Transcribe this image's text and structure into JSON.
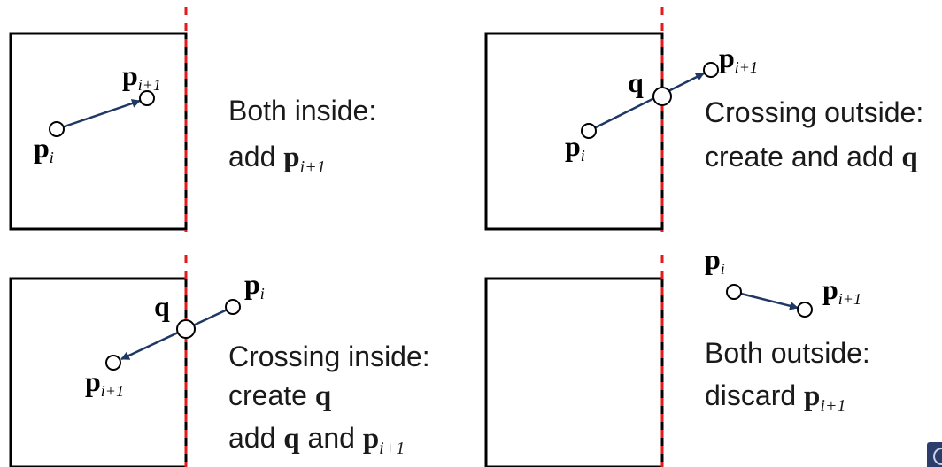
{
  "colors": {
    "boundary_red": "#e31b1b",
    "arrow_navy": "#1f3864",
    "box_black": "#000000"
  },
  "math": {
    "p": "p",
    "q": "q",
    "sub_i": "i",
    "sub_i1": "i+1"
  },
  "panels": {
    "both_inside": {
      "caption_line1": "Both inside:",
      "caption_line2_prefix": "add "
    },
    "crossing_outside": {
      "caption_line1": "Crossing outside:",
      "caption_line2_prefix": "create and add "
    },
    "crossing_inside": {
      "caption_line1": "Crossing inside:",
      "caption_line2_prefix": "create ",
      "caption_line3_prefix": "add ",
      "caption_line3_middle": " and "
    },
    "both_outside": {
      "caption_line1": "Both outside:",
      "caption_line2_prefix": "discard "
    }
  }
}
